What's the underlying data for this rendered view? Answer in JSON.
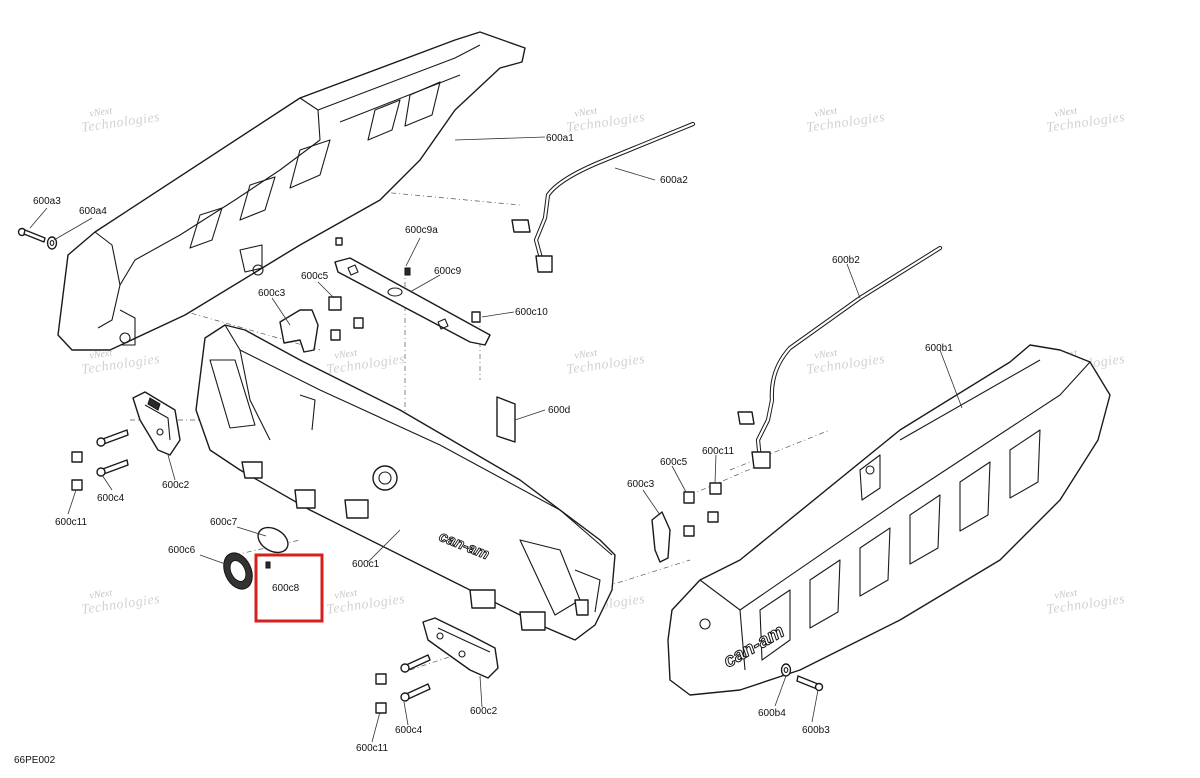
{
  "diagram_code": "66PE002",
  "watermark": {
    "line1": "vNext",
    "line2": "Technologies"
  },
  "colors": {
    "highlight": "#d61f1f",
    "line": "#1a1a1a",
    "watermark": "#c4c4c4"
  },
  "highlight": {
    "part": "600c8"
  },
  "labels": {
    "a1": "600a1",
    "a2": "600a2",
    "a3": "600a3",
    "a4": "600a4",
    "b1": "600b1",
    "b2": "600b2",
    "b3": "600b3",
    "b4": "600b4",
    "c1": "600c1",
    "c2": "600c2",
    "c2b": "600c2",
    "c3": "600c3",
    "c3b": "600c3",
    "c4": "600c4",
    "c4b": "600c4",
    "c5": "600c5",
    "c5b": "600c5",
    "c6": "600c6",
    "c7": "600c7",
    "c8": "600c8",
    "c9": "600c9",
    "c9a": "600c9a",
    "c10": "600c10",
    "c11": "600c11",
    "c11b": "600c11",
    "c11c": "600c11",
    "d": "600d"
  },
  "emblem_text": "can-am"
}
